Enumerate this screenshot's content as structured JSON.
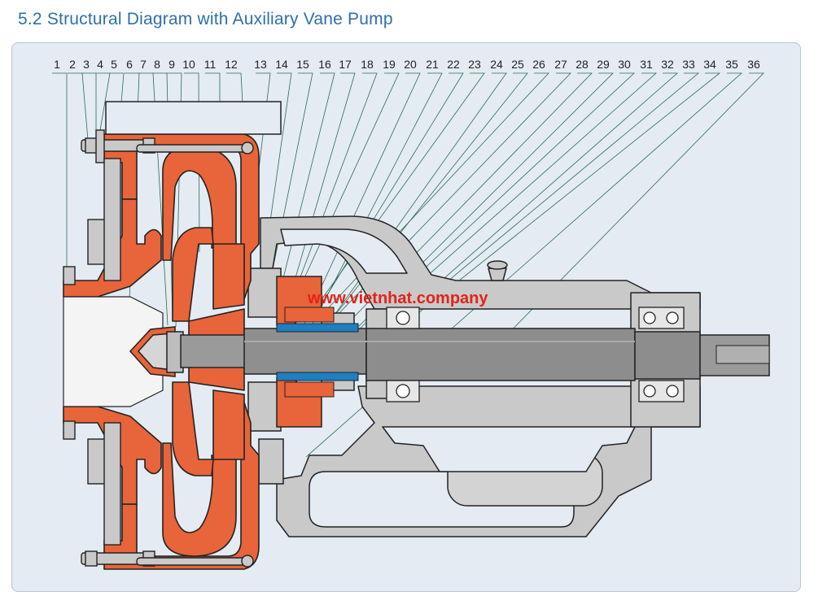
{
  "title": "5.2 Structural Diagram with Auxiliary Vane Pump",
  "watermark": "www.vietnhat.company",
  "part_numbers": [
    "1",
    "2",
    "3",
    "4",
    "5",
    "6",
    "7",
    "8",
    "9",
    "10",
    "11",
    "12",
    "13",
    "14",
    "15",
    "16",
    "17",
    "18",
    "19",
    "20",
    "21",
    "22",
    "23",
    "24",
    "25",
    "26",
    "27",
    "28",
    "29",
    "30",
    "31",
    "32",
    "33",
    "34",
    "35",
    "36"
  ],
  "colors": {
    "title": "#2f6fa8",
    "panel_background": "#e4ebf3",
    "wet_parts": "#e8643a",
    "casing": "#c8c8c8",
    "shaft": "#8f8f8f",
    "outline": "#222222",
    "leader_lines": "#2a6d55",
    "watermark": "#e2231a"
  }
}
